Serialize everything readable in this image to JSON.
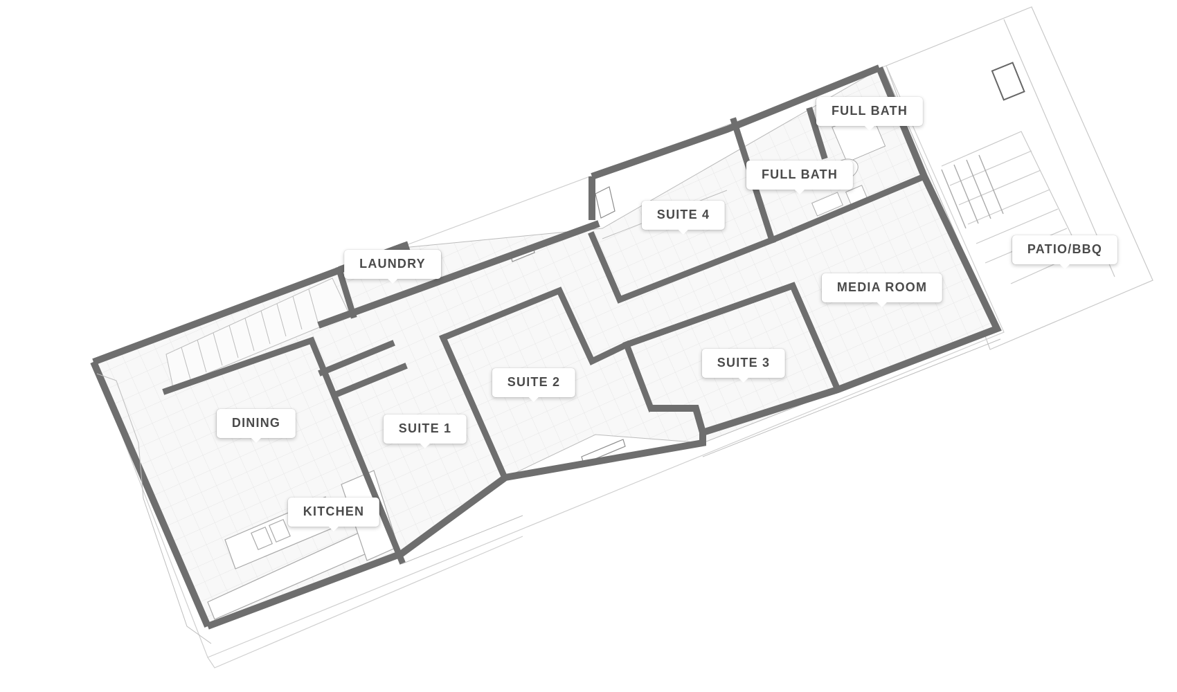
{
  "rooms": {
    "laundry": "LAUNDRY",
    "dining": "DINING",
    "kitchen": "KITCHEN",
    "suite1": "SUITE 1",
    "suite2": "SUITE 2",
    "suite3": "SUITE 3",
    "suite4": "SUITE 4",
    "full_bath_a": "FULL BATH",
    "full_bath_b": "FULL BATH",
    "media_room": "MEDIA ROOM",
    "patio_bbq": "PATIO/BBQ"
  },
  "colors": {
    "wall": "#6e6e6e",
    "outline": "#c4c4c4",
    "floor": "#f7f7f7",
    "label_text": "#4a4a4a"
  }
}
